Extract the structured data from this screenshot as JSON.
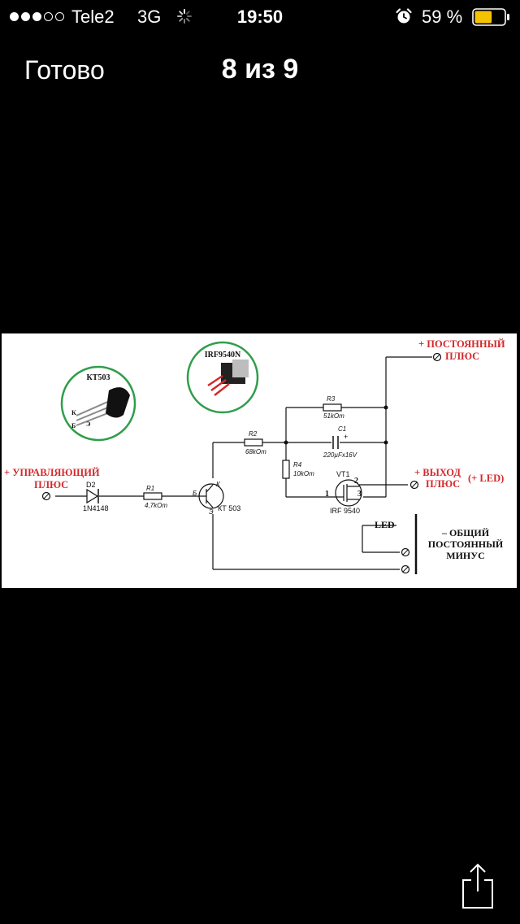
{
  "status_bar": {
    "carrier": "Tele2",
    "network": "3G",
    "time": "19:50",
    "battery_percent": "59 %",
    "battery_level": 0.59,
    "battery_color": "#f5c400",
    "signal_bars_filled": 3,
    "signal_bars_total": 5,
    "icons": [
      "activity-spinner-icon",
      "alarm-clock-icon",
      "battery-icon"
    ]
  },
  "nav": {
    "done_label": "Готово",
    "title": "8 из 9"
  },
  "photo": {
    "transistor_kt503_title": "КТ503",
    "kt503_pins": [
      "К",
      "Б",
      "Э"
    ],
    "mosfet_title": "IRF9540N",
    "labels": {
      "plus_const_1": "+ ПОСТОЯННЫЙ",
      "plus_const_2": "ПЛЮС",
      "control_1": "+ УПРАВЛЯЮЩИЙ",
      "control_2": "ПЛЮС",
      "out_1": "+ ВЫХОД",
      "out_2": "ПЛЮС",
      "out_led": "(+ LED)",
      "minus_led": "– LED",
      "common_1": "– ОБЩИЙ",
      "common_2": "ПОСТОЯННЫЙ",
      "common_3": "МИНУС"
    },
    "components": {
      "d2": "D2",
      "d2_val": "1N4148",
      "r1": "R1",
      "r1_val": "4,7kOm",
      "r2": "R2",
      "r2_val": "68kOm",
      "r3": "R3",
      "r3_val": "51kOm",
      "r4": "R4",
      "r4_val": "10kOm",
      "c1": "C1",
      "c1_val": "220µFx16V",
      "c1_plus": "+",
      "vt1": "VT1",
      "vt1_val": "IRF 9540",
      "vt1_pin1": "1",
      "vt1_pin2": "2",
      "vt1_pin3": "3",
      "q_base": "Б",
      "q_coll": "К",
      "q_emit": "Э",
      "q_val": "КТ 503"
    }
  },
  "share_icon": "share-icon"
}
